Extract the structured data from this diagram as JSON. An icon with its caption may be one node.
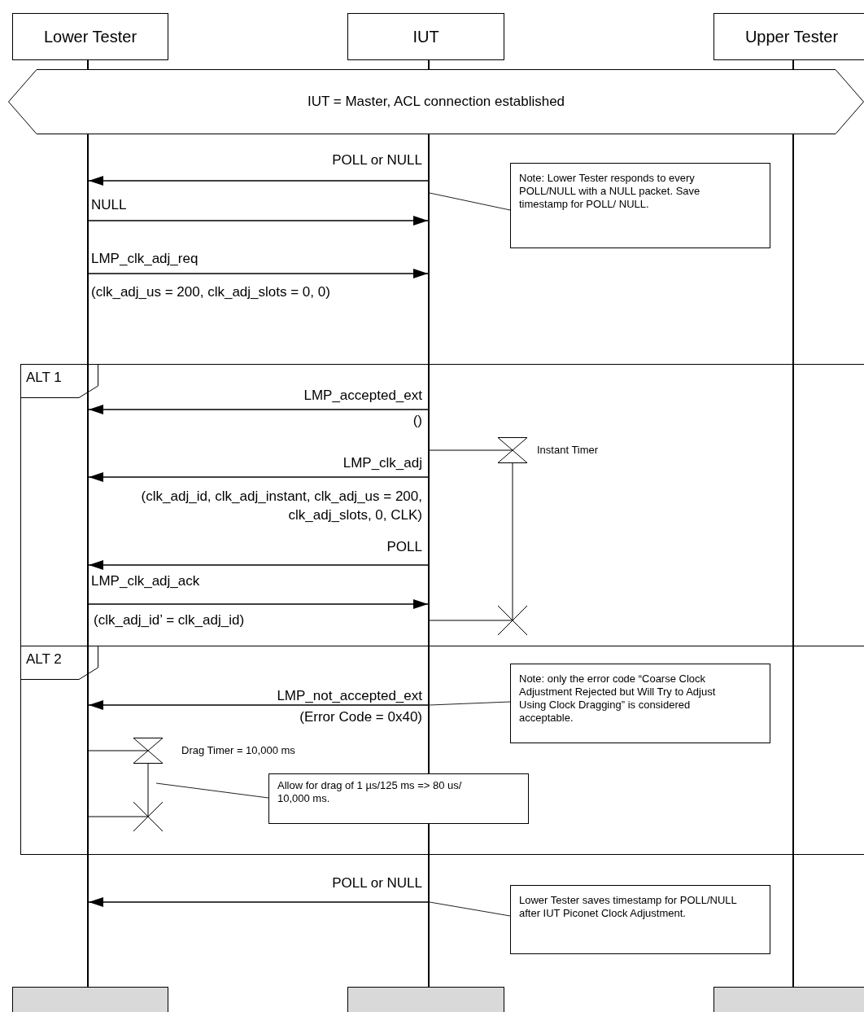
{
  "diagram": {
    "nodes": [
      {
        "text": [
          "Lower Tester"
        ]
      },
      {
        "text": [
          "IUT"
        ]
      },
      {
        "text": [
          "Upper Tester"
        ]
      },
      {
        "text": [
          "IUT = Master, ACL connection established"
        ]
      },
      {
        "text": [],
        "shape": "bar"
      },
      {
        "text": [],
        "shape": "bar"
      },
      {
        "text": [],
        "shape": "bar"
      },
      {
        "text": [
          "Note: Lower Tester responds to every POLL/NULL with a NULL packet. Save timestamp for POLL/ NULL."
        ]
      },
      {
        "text": [
          "ALT 1"
        ]
      },
      {
        "text": [],
        "shape": "hourglass",
        "beside": [
          "Instant Timer"
        ],
        "in": 8
      },
      {
        "text": [],
        "shape": "cross",
        "in": 8
      },
      {
        "text": [
          "ALT 2"
        ]
      },
      {
        "text": [
          "Note: only the error code “Coarse Clock Adjustment Rejected but Will Try to Adjust Using Clock Dragging” is considered acceptable."
        ],
        "in": 11
      },
      {
        "text": [],
        "shape": "hourglass",
        "beside": [
          "Drag Timer = 10,000 ms"
        ],
        "in": 11
      },
      {
        "text": [],
        "shape": "cross",
        "in": 11
      },
      {
        "text": [
          "Allow for drag of 1 µs/125 ms => 80 us/ 10,000 ms."
        ],
        "in": 11
      },
      {
        "text": [
          "Lower Tester saves timestamp for POLL/NULL after IUT Piconet Clock Adjustment."
        ]
      },
      {
        "text": [],
        "shape": "box"
      },
      {
        "text": [],
        "shape": "box"
      },
      {
        "text": [],
        "shape": "box"
      }
    ],
    "edges": [
      {
        "from": 5,
        "to": 4,
        "arrow": "to",
        "label": "POLL or NULL"
      },
      {
        "from": 4,
        "to": 5,
        "arrow": "to",
        "label": "NULL"
      },
      {
        "from": 4,
        "to": 5,
        "arrow": "to",
        "label": "LMP_clk_adj_req"
      },
      {
        "from": 5,
        "to": 4,
        "arrow": "to",
        "label": "LMP_accepted_ext"
      },
      {
        "from": 5,
        "to": 4,
        "arrow": "to",
        "label": "LMP_clk_adj"
      },
      {
        "from": 5,
        "to": 4,
        "arrow": "to",
        "label": "POLL"
      },
      {
        "from": 4,
        "to": 5,
        "arrow": "to",
        "label": "LMP_clk_adj_ack"
      },
      {
        "from": 5,
        "to": 4,
        "arrow": "to",
        "label": "LMP_not_accepted_ext"
      },
      {
        "from": 5,
        "to": 4,
        "arrow": "to",
        "label": "POLL or NULL"
      },
      {
        "from": 7,
        "to": 5,
        "arrow": "none"
      },
      {
        "from": 5,
        "to": 9,
        "arrow": "none"
      },
      {
        "from": 9,
        "to": 10,
        "arrow": "none"
      },
      {
        "from": 5,
        "to": 10,
        "arrow": "none"
      },
      {
        "from": 12,
        "to": 5,
        "arrow": "none"
      },
      {
        "from": 4,
        "to": 13,
        "arrow": "none"
      },
      {
        "from": 13,
        "to": 14,
        "arrow": "none"
      },
      {
        "from": 4,
        "to": 14,
        "arrow": "none"
      },
      {
        "from": 15,
        "to": null,
        "arrow": "none"
      },
      {
        "from": 16,
        "to": 5,
        "arrow": "none"
      }
    ],
    "labels": [
      "(clk_adj_us = 200, clk_adj_slots = 0, 0)",
      "()",
      "(clk_adj_id, clk_adj_instant, clk_adj_us = 200, clk_adj_slots, 0, CLK)",
      "(clk_adj_id’ = clk_adj_id)",
      "(Error Code = 0x40)"
    ]
  }
}
